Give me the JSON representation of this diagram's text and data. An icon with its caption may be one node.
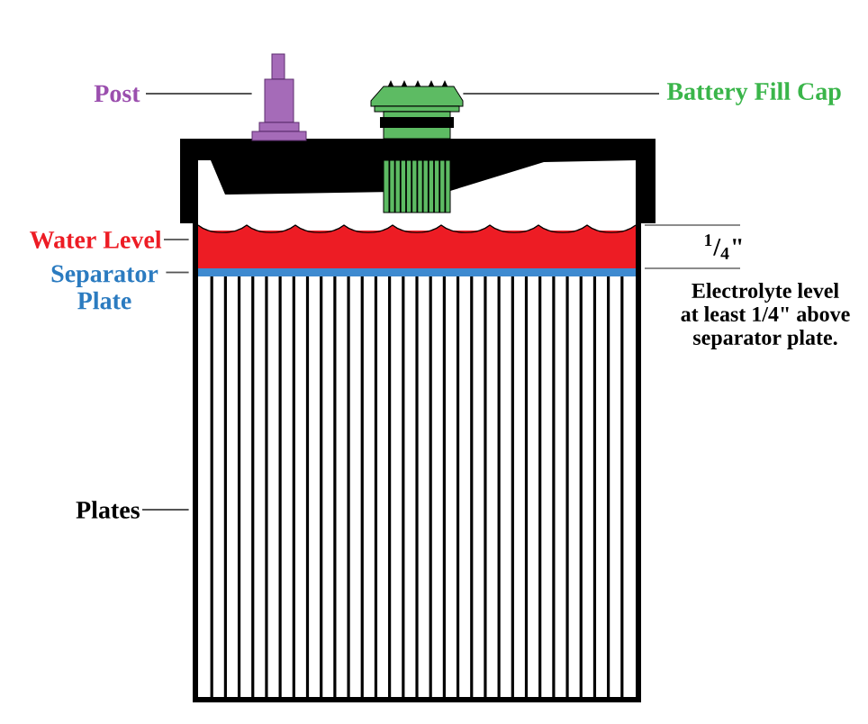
{
  "diagram": {
    "nodes": [
      {
        "text": [
          "Post"
        ]
      },
      {
        "text": [],
        "shape": "picture"
      },
      {
        "text": [
          "Battery Fill Cap"
        ]
      },
      {
        "text": [],
        "shape": "picture"
      },
      {
        "text": [
          "Water Level"
        ]
      },
      {
        "text": [],
        "shape": "box"
      },
      {
        "text": [
          "Separator Plate"
        ]
      },
      {
        "text": [],
        "shape": "bar"
      },
      {
        "text": [
          "Plates"
        ]
      },
      {
        "text": [],
        "shape": "box"
      }
    ],
    "edges": [
      {
        "from": 0,
        "to": 1,
        "arrow": "none"
      },
      {
        "from": 2,
        "to": 3,
        "arrow": "none"
      },
      {
        "from": 4,
        "to": 5,
        "arrow": "none"
      },
      {
        "from": 6,
        "to": 7,
        "arrow": "none"
      },
      {
        "from": 8,
        "to": 9,
        "arrow": "none"
      }
    ],
    "labels": [
      "$^{1}$/$_{4}$\"",
      "Electrolyte level at least 1/4\" above separator plate."
    ]
  }
}
